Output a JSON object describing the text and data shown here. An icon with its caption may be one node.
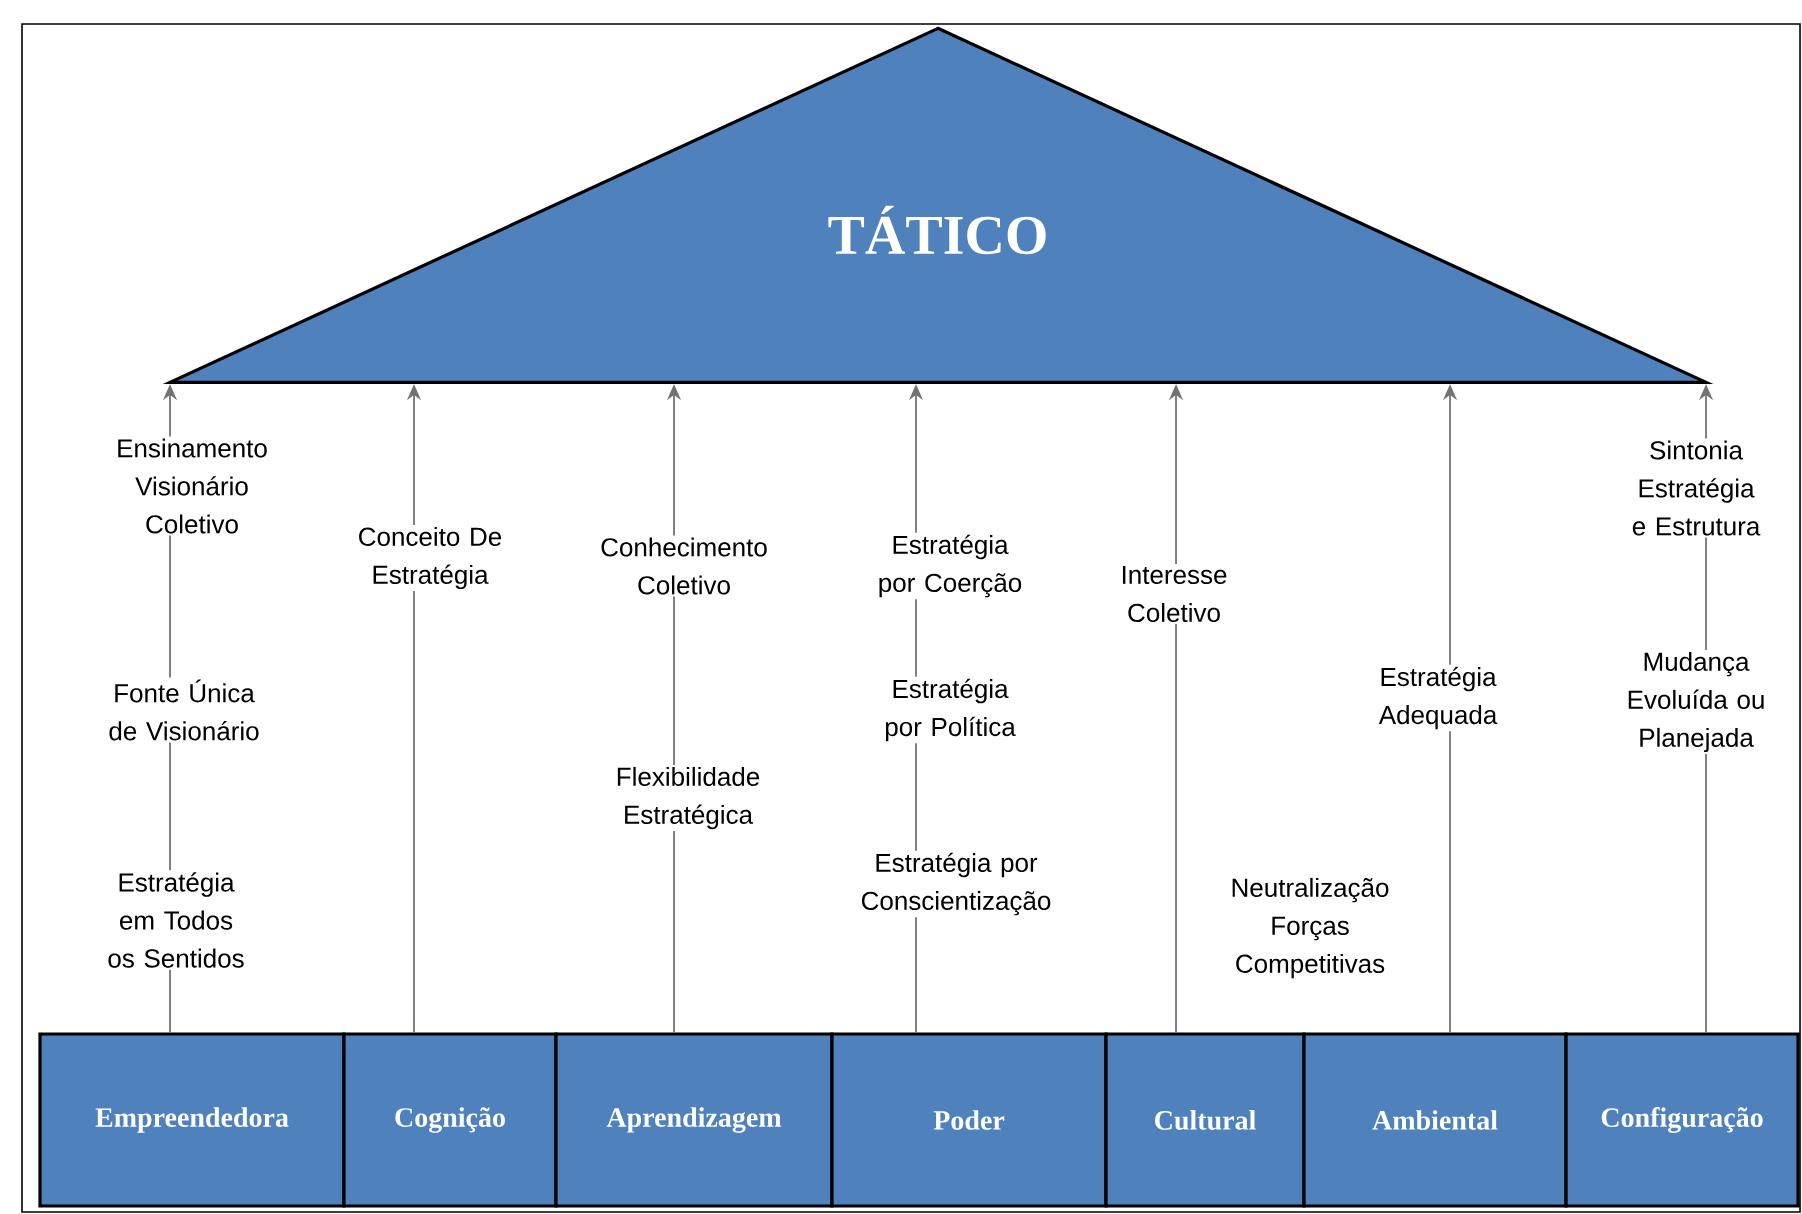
{
  "diagram": {
    "nodes": [
      {
        "text": [
          "TÁTICO"
        ]
      },
      {
        "text": [
          "Empreendedora"
        ]
      },
      {
        "text": [
          "Cognição"
        ]
      },
      {
        "text": [
          "Aprendizagem"
        ]
      },
      {
        "text": [
          "Poder"
        ]
      },
      {
        "text": [
          "Cultural"
        ]
      },
      {
        "text": [
          "Ambiental"
        ]
      },
      {
        "text": [
          "Configuração"
        ]
      }
    ],
    "edges": [
      {
        "from": 1,
        "to": 0,
        "arrow": "to"
      },
      {
        "from": 2,
        "to": 0,
        "arrow": "to"
      },
      {
        "from": 3,
        "to": 0,
        "arrow": "to"
      },
      {
        "from": 4,
        "to": 0,
        "arrow": "to"
      },
      {
        "from": 5,
        "to": 0,
        "arrow": "to"
      },
      {
        "from": 6,
        "to": 0,
        "arrow": "to"
      },
      {
        "from": 7,
        "to": 0,
        "arrow": "to"
      }
    ],
    "labels": [
      "Ensinamento Visionário Coletivo",
      "Sintonia Estratégia e Estrutura",
      "Conceito De Estratégia",
      "Conhecimento Coletivo",
      "Estratégia por Coerção",
      "Interesse Coletivo",
      "Fonte Única de Visionário",
      "Estratégia por Política",
      "Estratégia Adequada",
      "Mudança Evoluída ou Planejada",
      "Flexibilidade Estratégica",
      "Estratégia por Conscientização",
      "Estratégia em Todos os Sentidos",
      "Neutralização Forças Competitivas"
    ]
  }
}
